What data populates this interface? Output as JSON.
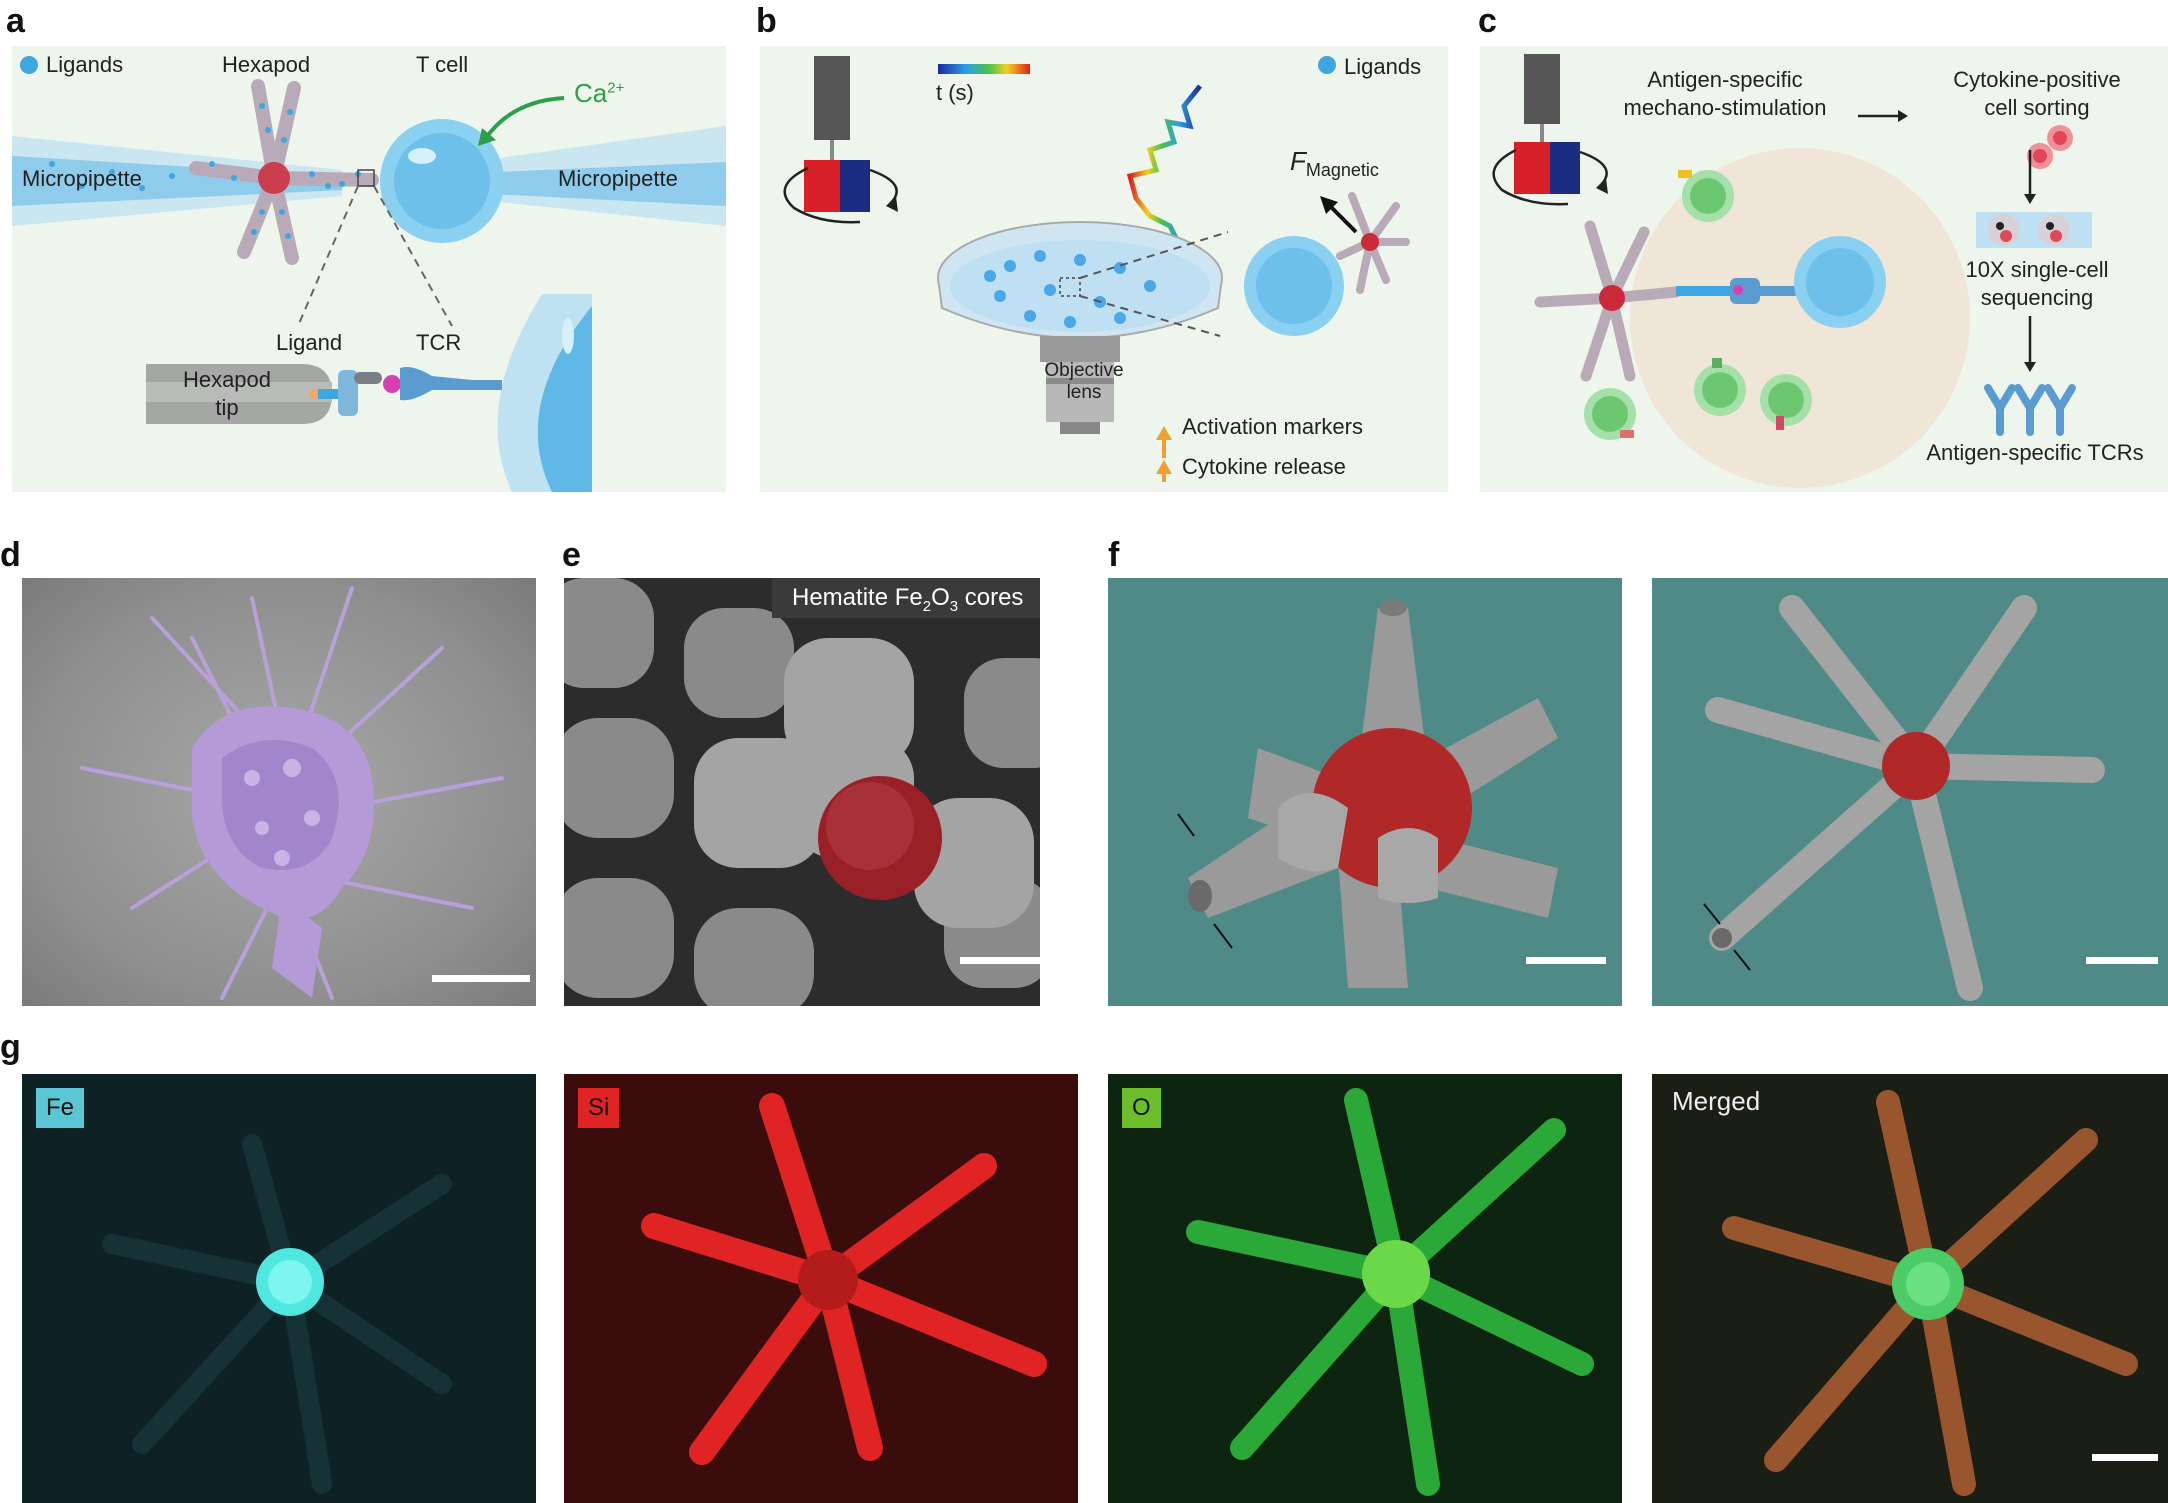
{
  "panels": {
    "a": {
      "letter": "a",
      "legend_ligands": "Ligands",
      "hexapod": "Hexapod",
      "tcell": "T cell",
      "ca": "Ca",
      "ca_sup": "2+",
      "micropipette_left": "Micropipette",
      "micropipette_right": "Micropipette",
      "ligand": "Ligand",
      "tcr": "TCR",
      "hexapod_tip_1": "Hexapod",
      "hexapod_tip_2": "tip"
    },
    "b": {
      "letter": "b",
      "time": "t (s)",
      "legend_ligands": "Ligands",
      "force_f": "F",
      "force_sub": "Magnetic",
      "objective_1": "Objective",
      "objective_2": "lens",
      "activation": "Activation markers",
      "cytokine": "Cytokine release"
    },
    "c": {
      "letter": "c",
      "mechano_1": "Antigen-specific",
      "mechano_2": "mechano-stimulation",
      "sorting_1": "Cytokine-positive",
      "sorting_2": "cell sorting",
      "seq_1": "10X single-cell",
      "seq_2": "sequencing",
      "tcrs": "Antigen-specific TCRs"
    },
    "d": {
      "letter": "d"
    },
    "e": {
      "letter": "e",
      "label_pre": "Hematite Fe",
      "sub1": "2",
      "mid": "O",
      "sub2": "3",
      "post": " cores"
    },
    "f": {
      "letter": "f"
    },
    "g": {
      "letter": "g",
      "fe": "Fe",
      "si": "Si",
      "o": "O",
      "merged": "Merged"
    }
  },
  "colors": {
    "panel_bg": "#eef5ec",
    "ligand_blue": "#3ea6e0",
    "hexapod_core": "#cc2a3a",
    "cell_blue": "#7cc8ec",
    "ca_green": "#2aa04a",
    "fe_chip": "#5bc6d4",
    "si_chip": "#e02424",
    "o_chip": "#6cbf2a"
  }
}
